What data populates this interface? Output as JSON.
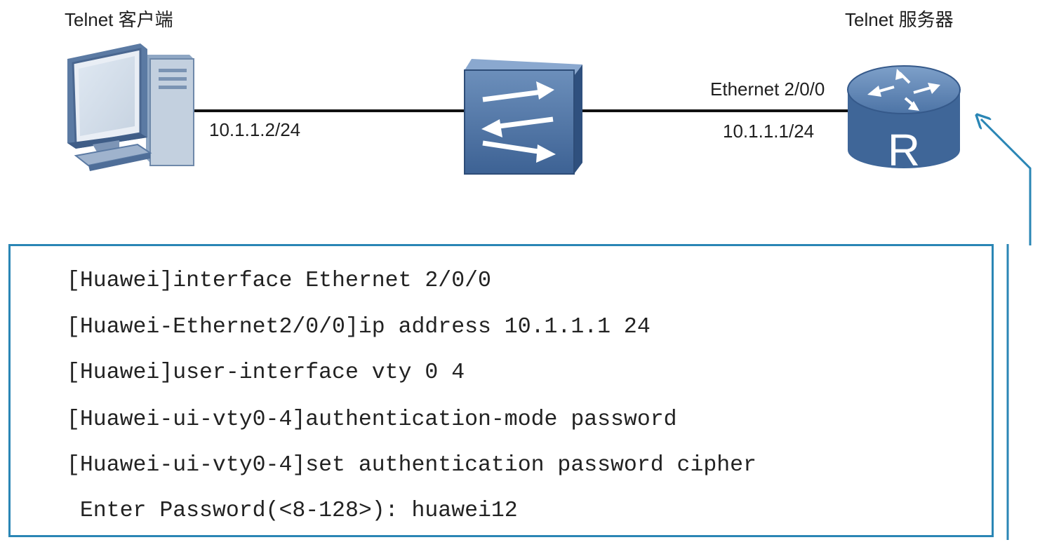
{
  "client": {
    "label": "Telnet 客户端",
    "ip": "10.1.1.2/24"
  },
  "server": {
    "label": "Telnet 服务器",
    "interface": "Ethernet 2/0/0",
    "ip": "10.1.1.1/24",
    "router_letter": "R"
  },
  "config": {
    "lines": [
      "[Huawei]interface Ethernet 2/0/0",
      "[Huawei-Ethernet2/0/0]ip address 10.1.1.1 24",
      "[Huawei]user-interface vty 0 4",
      "[Huawei-ui-vty0-4]authentication-mode password",
      "[Huawei-ui-vty0-4]set authentication password cipher",
      " Enter Password(<8-128>): huawei12"
    ]
  },
  "icons": {
    "client": "desktop-computer-icon",
    "switch": "switch-icon",
    "router": "router-icon"
  },
  "colors": {
    "device_blue": "#4a72a3",
    "accent": "#2a86b5",
    "link": "#111111"
  }
}
